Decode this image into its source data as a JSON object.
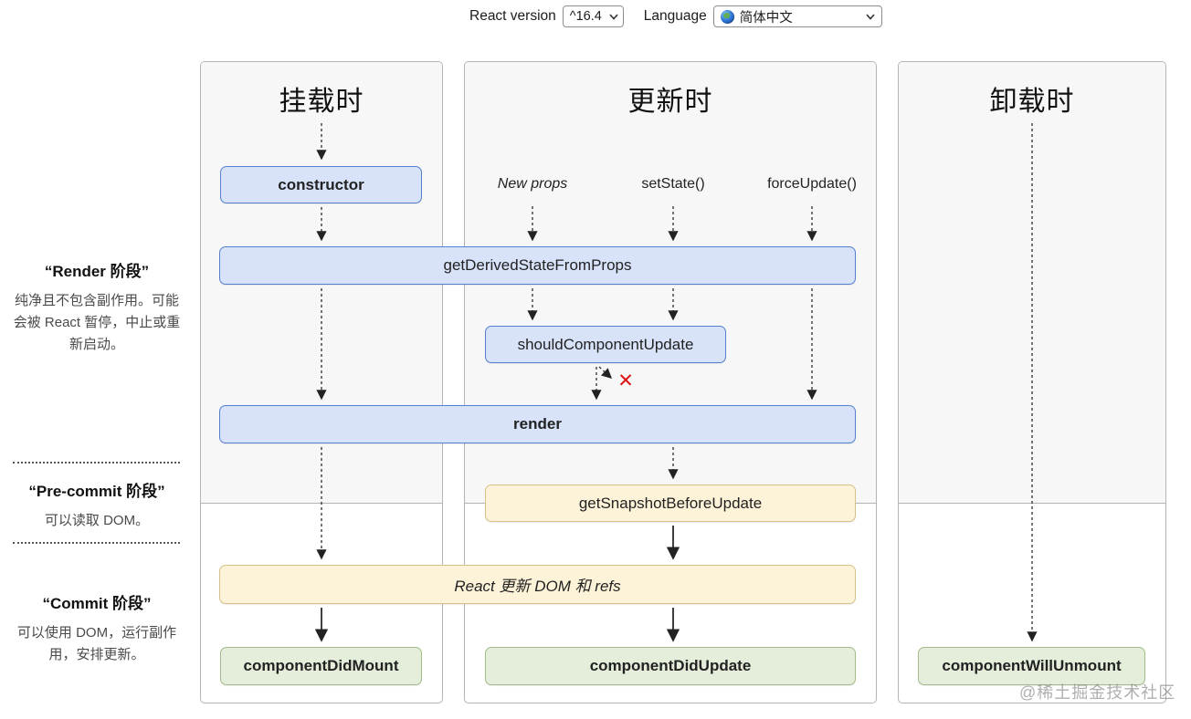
{
  "header": {
    "react_version_label": "React version",
    "react_version_value": "^16.4",
    "language_label": "Language",
    "language_value": "简体中文"
  },
  "columns": {
    "mounting": {
      "title": "挂载时"
    },
    "updating": {
      "title": "更新时"
    },
    "unmounting": {
      "title": "卸载时"
    }
  },
  "phases": {
    "render": {
      "title": "“Render 阶段”",
      "description": "纯净且不包含副作用。可能会被 React 暂停，中止或重新启动。"
    },
    "pre_commit": {
      "title": "“Pre-commit 阶段”",
      "description": "可以读取 DOM。"
    },
    "commit": {
      "title": "“Commit 阶段”",
      "description": "可以使用 DOM，运行副作用，安排更新。"
    }
  },
  "triggers": {
    "new_props": "New props",
    "set_state": "setState()",
    "force_update": "forceUpdate()"
  },
  "methods": {
    "constructor_fn": "constructor",
    "get_derived_state_from_props": "getDerivedStateFromProps",
    "should_component_update": "shouldComponentUpdate",
    "render_fn": "render",
    "get_snapshot_before_update": "getSnapshotBeforeUpdate",
    "react_updates_dom": "React 更新 DOM 和 refs",
    "component_did_mount": "componentDidMount",
    "component_did_update": "componentDidUpdate",
    "component_will_unmount": "componentWillUnmount"
  },
  "icons": {
    "stop_x": "✕"
  },
  "watermark": "@稀土掘金技术社区",
  "colors": {
    "blue_bg": "#d8e3fa",
    "blue_border": "#5580d0",
    "orange_bg": "#fcf3d8",
    "orange_border": "#d6c289",
    "green_bg": "#e4eedb",
    "green_border": "#a2bc88",
    "panel_bg": "#f7f7f7",
    "panel_border": "#b4b4b4",
    "stop_x": "#dd1111"
  }
}
